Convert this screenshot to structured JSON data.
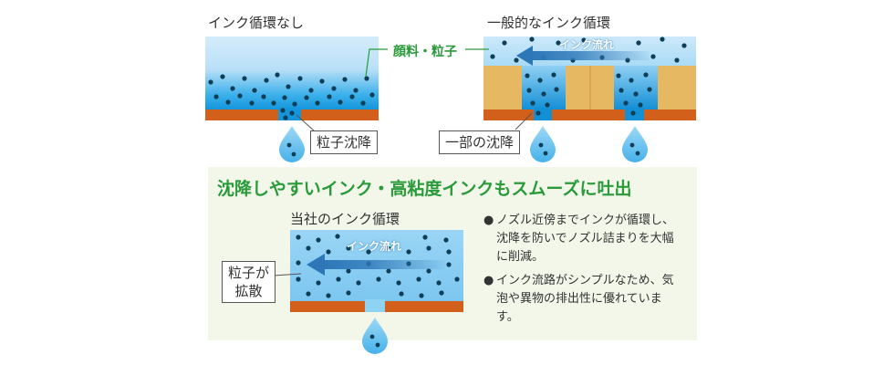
{
  "diagrams": {
    "left_title": "インク循環なし",
    "right_title": "一般的なインク循環",
    "bottom_title": "当社のインク循環"
  },
  "labels": {
    "pigment": "顔料・粒子",
    "sedimentation": "粒子沈降",
    "partial_sedimentation": "一部の沈降",
    "ink_flow_right": "インク流れ",
    "ink_flow_bottom": "インク流れ",
    "diffusion_line1": "粒子が",
    "diffusion_line2": "拡散"
  },
  "panel": {
    "headline": "沈降しやすいインク・高粘度インクもスムーズに吐出",
    "bullet_symbol": "●",
    "bullets": [
      "ノズル近傍までインクが循環し、沈降を防いでノズル詰まりを大幅に削減。",
      "インク流路がシンプルなため、気泡や異物の排出性に優れています。"
    ]
  },
  "colors": {
    "ink_light": "#cfe9fa",
    "ink_mid": "#7cc8f0",
    "ink_deep": "#1a9ee0",
    "particle": "#0f3e57",
    "substrate": "#d2601a",
    "wall": "#e6b862",
    "arrow": "#2d77b8",
    "accent_green": "#2a9a3a",
    "panel_bg": "#f2f7e9"
  }
}
